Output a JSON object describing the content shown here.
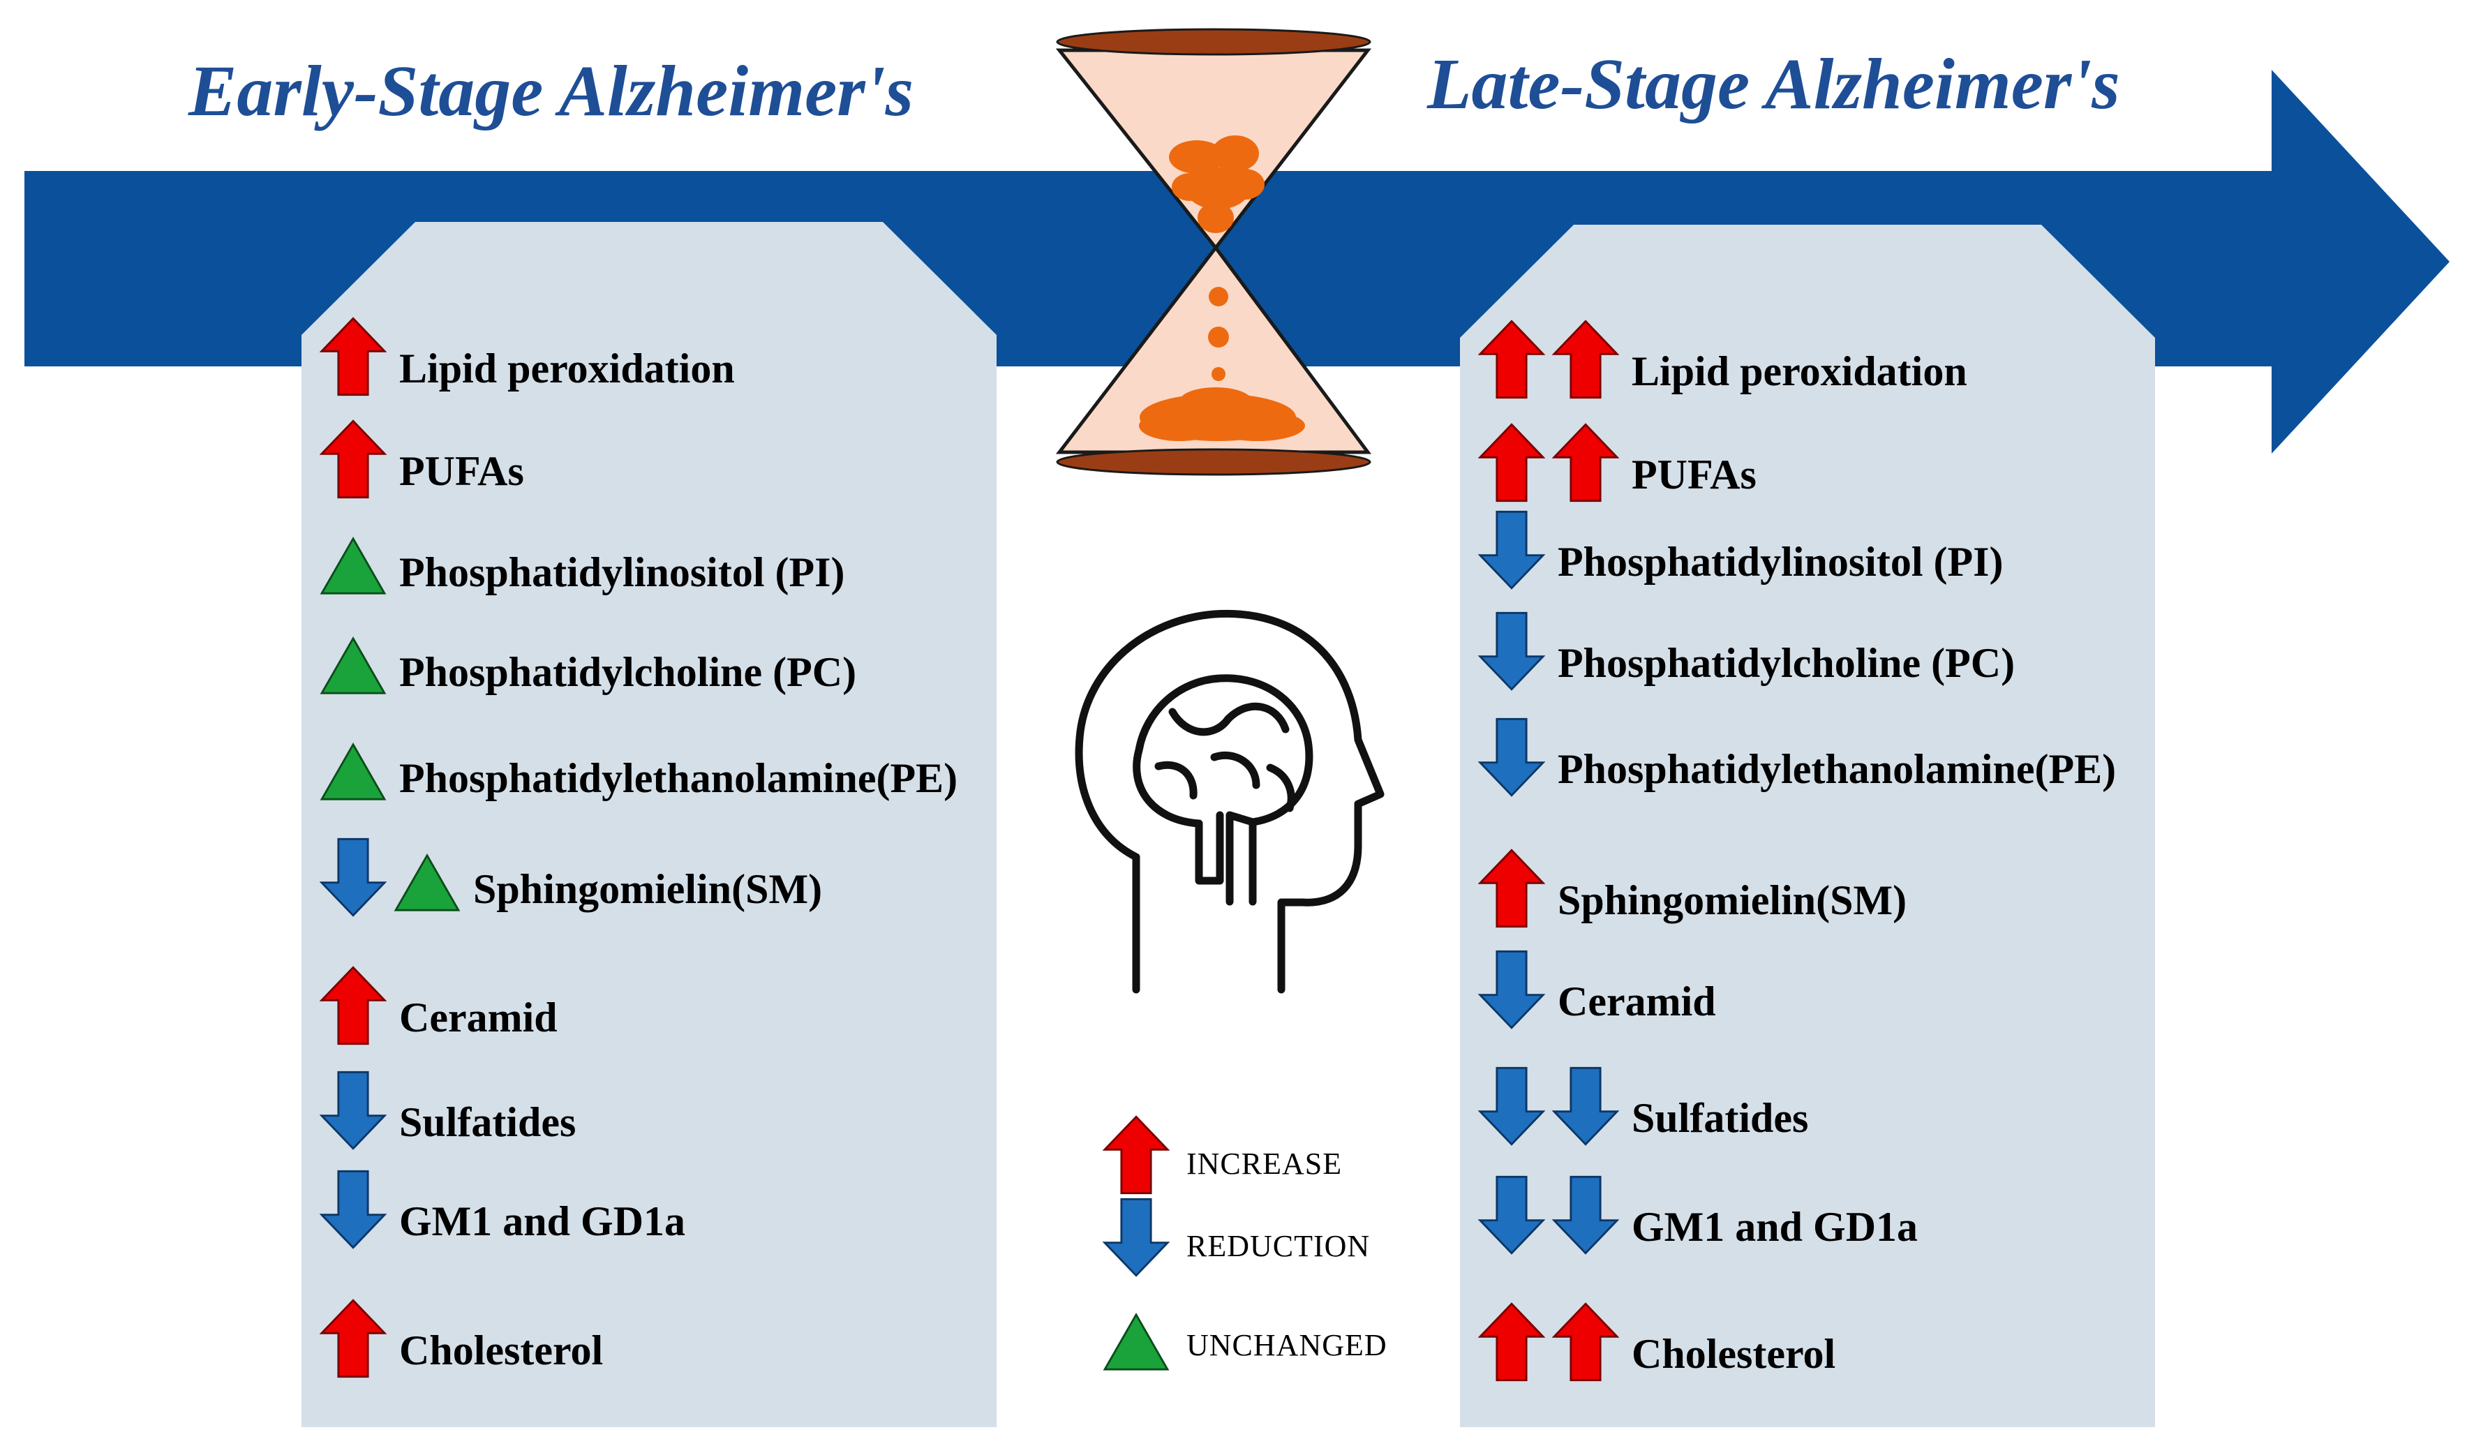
{
  "colors": {
    "arrow_blue": "#0a509b",
    "title_blue": "#1e4e96",
    "panel": "#d5dfe8",
    "increase": "#ee0000",
    "reduction": "#1f6fbf",
    "unchanged": "#1aa33a",
    "sand": "#ee6a10",
    "glass": "#fbd9c8",
    "wood": "#9b3d14"
  },
  "titles": {
    "early": "Early-Stage Alzheimer's",
    "late": "Late-Stage Alzheimer's"
  },
  "early_items": [
    {
      "label": "Lipid peroxidation",
      "markers": [
        "increase"
      ]
    },
    {
      "label": "PUFAs",
      "markers": [
        "increase"
      ]
    },
    {
      "label": "Phosphatidylinositol (PI)",
      "markers": [
        "unchanged"
      ]
    },
    {
      "label": "Phosphatidylcholine (PC)",
      "markers": [
        "unchanged"
      ]
    },
    {
      "label": "Phosphatidylethanolamine(PE)",
      "markers": [
        "unchanged"
      ]
    },
    {
      "label": "Sphingomielin(SM)",
      "markers": [
        "reduction",
        "unchanged"
      ]
    },
    {
      "label": "Ceramid",
      "markers": [
        "increase"
      ]
    },
    {
      "label": "Sulfatides",
      "markers": [
        "reduction"
      ]
    },
    {
      "label": "GM1 and GD1a",
      "markers": [
        "reduction"
      ]
    },
    {
      "label": "Cholesterol",
      "markers": [
        "increase"
      ]
    }
  ],
  "late_items": [
    {
      "label": "Lipid peroxidation",
      "markers": [
        "increase",
        "increase"
      ]
    },
    {
      "label": "PUFAs",
      "markers": [
        "increase",
        "increase"
      ]
    },
    {
      "label": "Phosphatidylinositol (PI)",
      "markers": [
        "reduction"
      ]
    },
    {
      "label": "Phosphatidylcholine (PC)",
      "markers": [
        "reduction"
      ]
    },
    {
      "label": "Phosphatidylethanolamine(PE)",
      "markers": [
        "reduction"
      ]
    },
    {
      "label": "Sphingomielin(SM)",
      "markers": [
        "increase"
      ]
    },
    {
      "label": "Ceramid",
      "markers": [
        "reduction"
      ]
    },
    {
      "label": "Sulfatides",
      "markers": [
        "reduction",
        "reduction"
      ]
    },
    {
      "label": "GM1 and GD1a",
      "markers": [
        "reduction",
        "reduction"
      ]
    },
    {
      "label": "Cholesterol",
      "markers": [
        "increase",
        "increase"
      ]
    }
  ],
  "legend": [
    {
      "marker": "increase",
      "label": "INCREASE"
    },
    {
      "marker": "reduction",
      "label": "REDUCTION"
    },
    {
      "marker": "unchanged",
      "label": "UNCHANGED"
    }
  ],
  "icons": {
    "timeline": "timeline-arrow-icon",
    "hourglass": "hourglass-icon",
    "head": "head-brain-icon"
  }
}
